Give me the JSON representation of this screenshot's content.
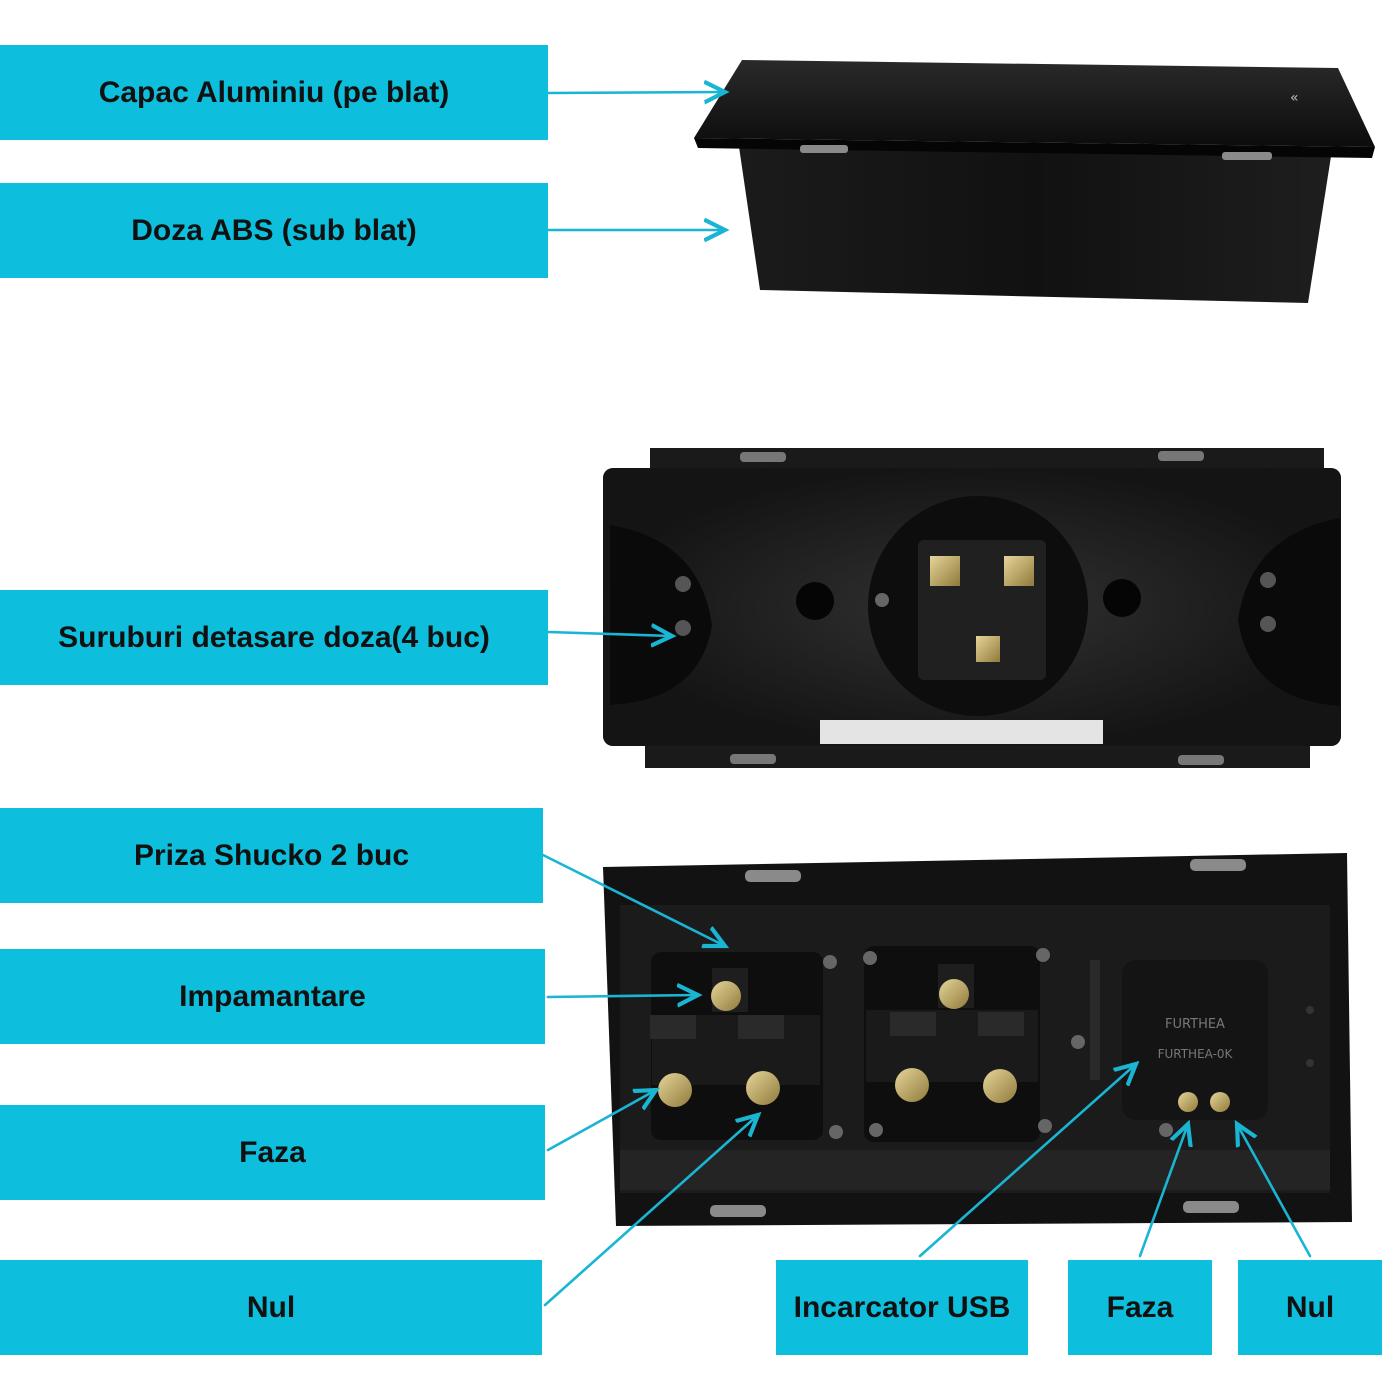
{
  "labels": {
    "capac": "Capac Aluminiu (pe blat)",
    "doza": "Doza ABS (sub blat)",
    "suruburi": "Suruburi detasare doza(4 buc)",
    "priza": "Priza Shucko 2 buc",
    "impamantare": "Impamantare",
    "faza_left": "Faza",
    "nul_left": "Nul",
    "usb": "Incarcator USB",
    "faza_right": "Faza",
    "nul_right": "Nul"
  },
  "colors": {
    "label_bg": "#0dbfdc",
    "arrow": "#19b5d3",
    "device": "#151515"
  }
}
